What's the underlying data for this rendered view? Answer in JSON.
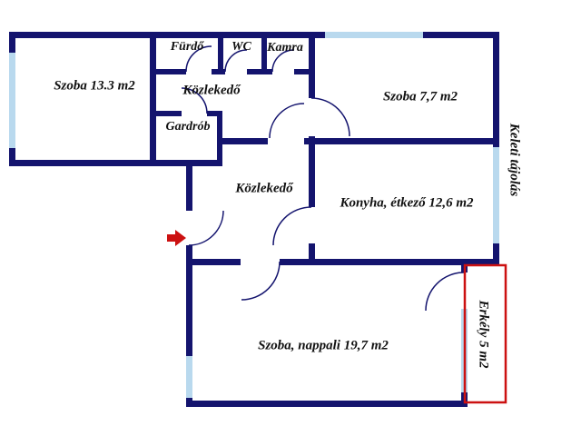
{
  "floorplan": {
    "labels": {
      "szoba1": "Szoba 13.3 m2",
      "furdo": "Fürdő",
      "wc": "WC",
      "kamra": "Kamra",
      "kozlekedo_top": "Közlekedő",
      "gardrob": "Gardrób",
      "szoba2": "Szoba 7,7 m2",
      "kozlekedo_mid": "Közlekedő",
      "konyha": "Konyha, étkező 12,6 m2",
      "nappali": "Szoba, nappali 19,7 m2",
      "erkely": "Erkély 5 m2",
      "orientation": "Keleti tájolás"
    },
    "colors": {
      "wall": "#14146e",
      "window": "#b9d9ee",
      "balcony": "#cc1111",
      "arrow": "#cc1111",
      "text": "#111111"
    }
  }
}
